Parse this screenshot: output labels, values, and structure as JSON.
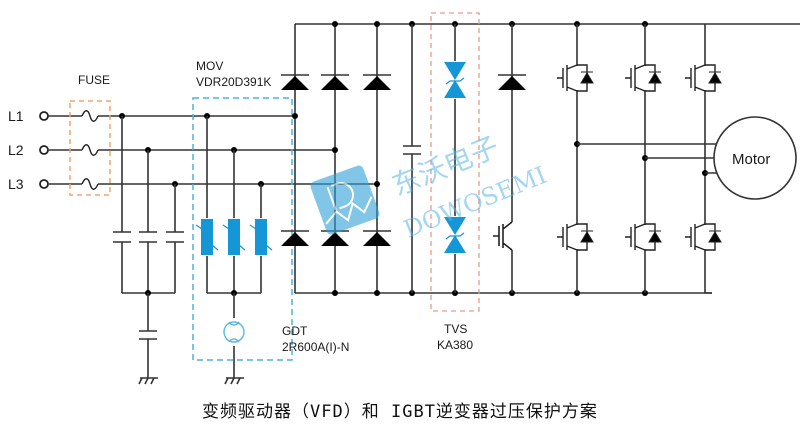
{
  "inputs": {
    "lines": [
      "L1",
      "L2",
      "L3"
    ]
  },
  "components": {
    "fuse": {
      "label": "FUSE"
    },
    "mov": {
      "label": "MOV",
      "part": "VDR20D391K"
    },
    "gdt": {
      "label": "GDT",
      "part": "2R600A(I)-N"
    },
    "tvs": {
      "label": "TVS",
      "part": "KA380"
    },
    "motor": {
      "label": "Motor"
    }
  },
  "watermark": {
    "cn": "东沃电子",
    "en": "DOWOSEMI"
  },
  "caption": "变频驱动器（VFD）和 IGBT逆变器过压保护方案",
  "colors": {
    "wire": "#333333",
    "fuse_box": "#f0a46c",
    "mov_box": "#4ab3e0",
    "tvs_box": "#e99a90",
    "protect_blue": "#1596d6",
    "gdt_blue": "#5ab8e8"
  }
}
